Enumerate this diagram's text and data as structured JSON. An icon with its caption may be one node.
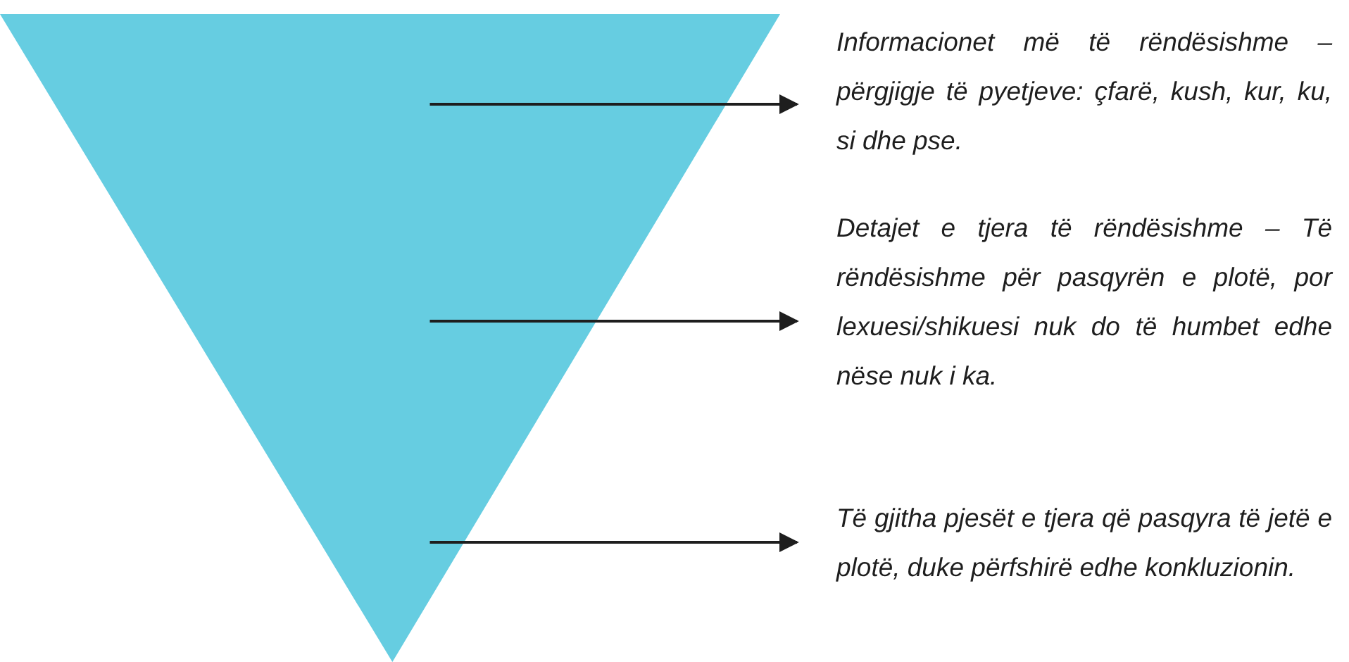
{
  "diagram": {
    "nodes": [
      {
        "text": [],
        "shape": "triangle"
      },
      {
        "text": [
          "Informacionet më të rëndësishme – përgjigje të pyetjeve: çfarë, kush, kur, ku, si dhe pse."
        ]
      },
      {
        "text": [
          "Detajet e tjera të rëndësishme – Të rëndësishme për pasqyrën e plotë, por lexuesi/shikuesi nuk do të humbet edhe nëse nuk i ka."
        ]
      },
      {
        "text": [
          "Të gjitha pjesët e tjera që pasqyra të jetë e plotë, duke përfshirë edhe konkluzionin."
        ]
      }
    ],
    "edges": [
      {
        "from": 0,
        "to": 1,
        "arrow": "to"
      },
      {
        "from": 0,
        "to": 2,
        "arrow": "to"
      },
      {
        "from": 0,
        "to": 3,
        "arrow": "to"
      }
    ]
  }
}
